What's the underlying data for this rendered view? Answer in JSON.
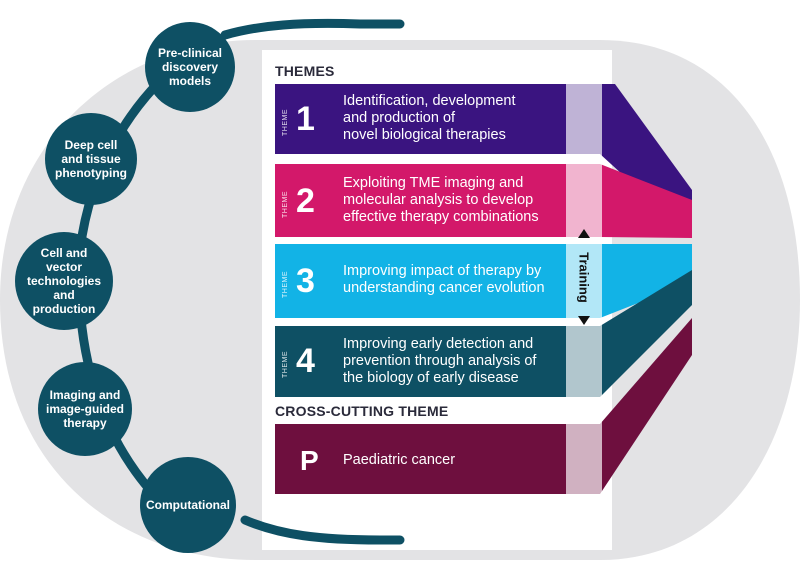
{
  "colors": {
    "background_oval": "#e3e3e5",
    "node": "#0e5064",
    "theme1": "#3a1480",
    "theme2": "#d3186a",
    "theme3": "#12b3e6",
    "theme4": "#0e5064",
    "themeP": "#6e0f3e",
    "training_strip": "#e6e6ea"
  },
  "nodes": [
    {
      "label": "Pre-clinical\ndiscovery\nmodels"
    },
    {
      "label": "Deep cell\nand tissue\nphenotyping"
    },
    {
      "label": "Cell and\nvector\ntechnologies\nand production"
    },
    {
      "label": "Imaging and\nimage-guided\ntherapy"
    },
    {
      "label": "Computational"
    }
  ],
  "headings": {
    "themes": "THEMES",
    "cross_cutting": "CROSS-CUTTING THEME"
  },
  "themes": [
    {
      "word": "THEME",
      "number": "1",
      "text": "Identification, development\nand production of\nnovel biological therapies"
    },
    {
      "word": "THEME",
      "number": "2",
      "text": "Exploiting TME imaging and\nmolecular analysis to develop\neffective therapy combinations"
    },
    {
      "word": "THEME",
      "number": "3",
      "text": "Improving impact of therapy by\nunderstanding cancer evolution"
    },
    {
      "word": "THEME",
      "number": "4",
      "text": "Improving early detection and\nprevention through analysis of\nthe biology of early disease"
    }
  ],
  "cross_theme": {
    "letter": "P",
    "text": "Paediatric cancer"
  },
  "training": {
    "label": "Training"
  }
}
